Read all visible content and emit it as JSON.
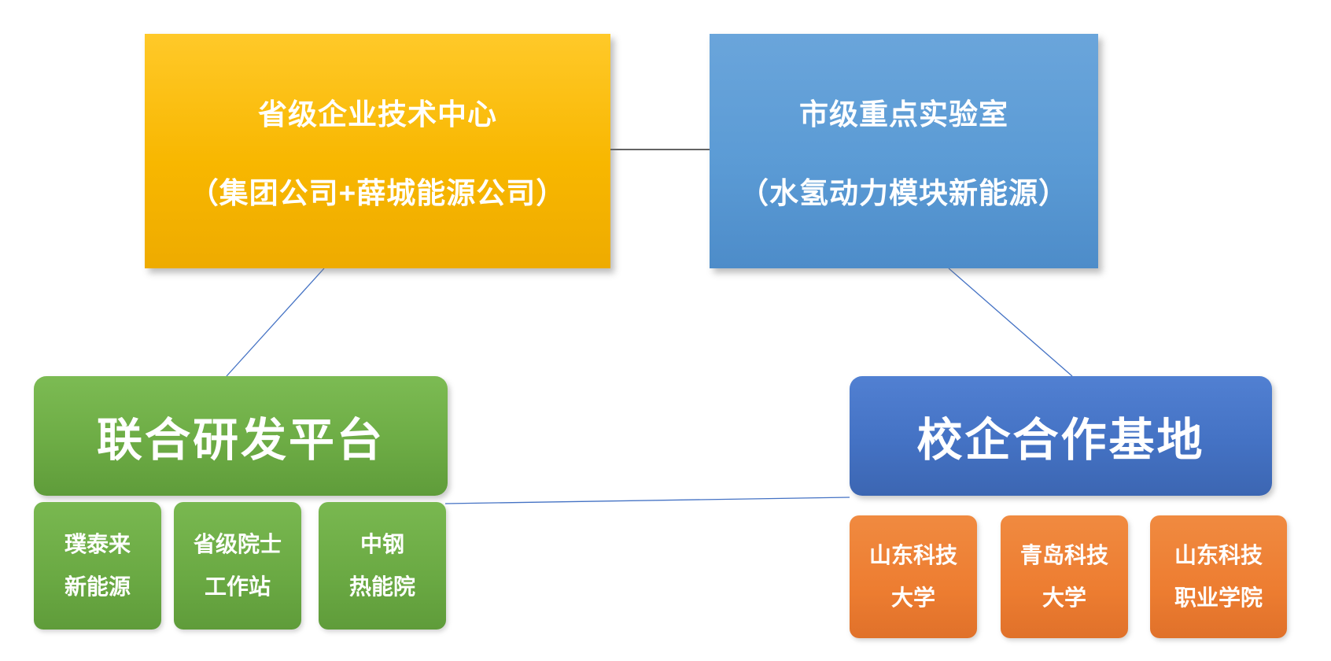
{
  "diagram": {
    "tech_center": {
      "line1": "省级企业技术中心",
      "line2": "（集团公司+薛城能源公司）",
      "color": "#F8B700"
    },
    "key_lab": {
      "line1": "市级重点实验室",
      "line2": "（水氢动力模块新能源）",
      "color": "#5B9BD5"
    },
    "joint_rd_platform": {
      "label": "联合研发平台",
      "color": "#6DAC45",
      "partners": [
        {
          "line1": "璞泰来",
          "line2": "新能源"
        },
        {
          "line1": "省级院士",
          "line2": "工作站"
        },
        {
          "line1": "中钢",
          "line2": "热能院"
        }
      ]
    },
    "school_enterprise_base": {
      "label": "校企合作基地",
      "color": "#4472C4",
      "partners": [
        {
          "line1": "山东科技",
          "line2": "大学"
        },
        {
          "line1": "青岛科技",
          "line2": "大学"
        },
        {
          "line1": "山东科技",
          "line2": "职业学院"
        }
      ]
    },
    "connector_color": "#4472C4",
    "top_connector_color": "#303030"
  }
}
